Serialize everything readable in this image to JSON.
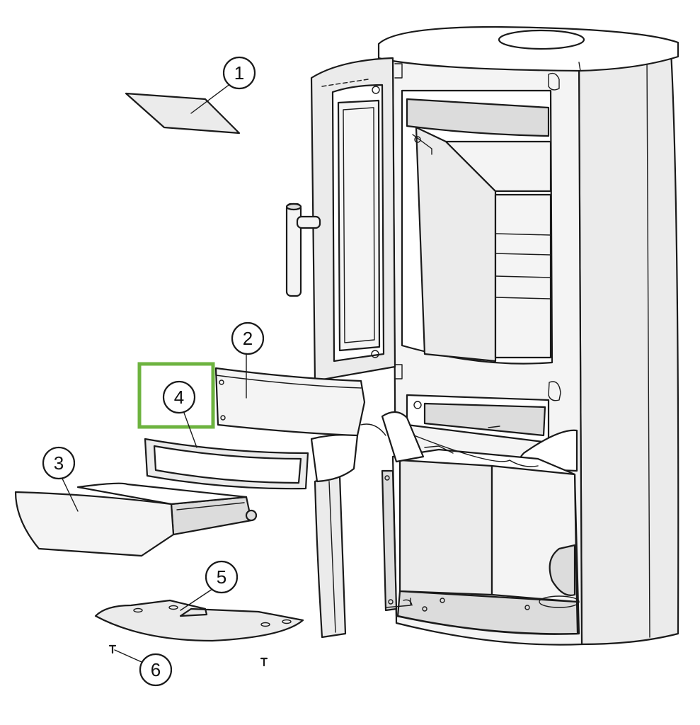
{
  "highlight_color": "#6db33f",
  "callouts": [
    {
      "id": "1",
      "label": "1"
    },
    {
      "id": "2",
      "label": "2"
    },
    {
      "id": "3",
      "label": "3"
    },
    {
      "id": "4",
      "label": "4"
    },
    {
      "id": "5",
      "label": "5"
    },
    {
      "id": "6",
      "label": "6"
    }
  ]
}
